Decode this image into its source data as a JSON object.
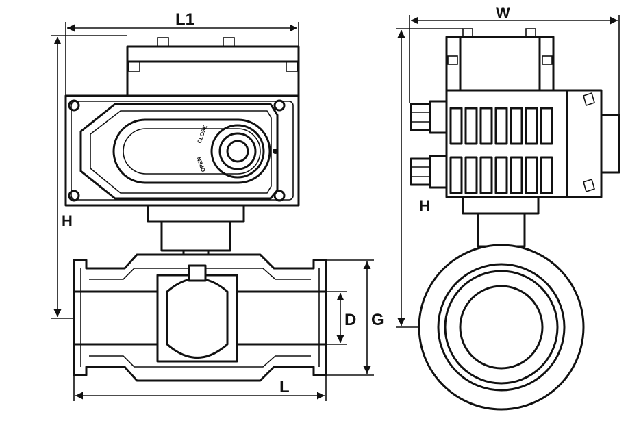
{
  "dimensions": {
    "l1": "L1",
    "h_front": "H",
    "d": "D",
    "g": "G",
    "l": "L",
    "w": "W",
    "h_side": "H"
  },
  "knob_labels": {
    "top": "CLOSE",
    "bottom": "OPEN"
  },
  "colors": {
    "line": "#111111",
    "background": "#ffffff"
  }
}
